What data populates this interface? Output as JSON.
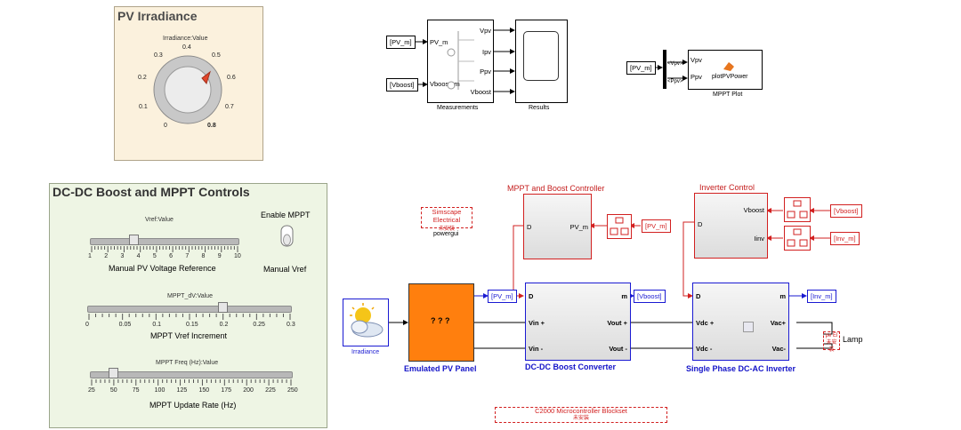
{
  "pv_panel": {
    "title": "PV Irradiance",
    "knob_label": "Irradiance:Value",
    "ticks": [
      "0",
      "0.1",
      "0.2",
      "0.3",
      "0.4",
      "0.5",
      "0.6",
      "0.7",
      "0.8"
    ],
    "knob_value": 0.5
  },
  "controls_panel": {
    "title": "DC-DC Boost and MPPT Controls",
    "vref": {
      "label": "Vref:Value",
      "caption": "Manual PV Voltage Reference",
      "ticks": [
        "1",
        "2",
        "3",
        "4",
        "5",
        "6",
        "7",
        "8",
        "9",
        "10"
      ],
      "value": 4
    },
    "dv": {
      "label": "MPPT_dV:Value",
      "caption": "MPPT Vref Increment",
      "ticks": [
        "0",
        "0.05",
        "0.1",
        "0.15",
        "0.2",
        "0.25",
        "0.3"
      ],
      "value": 0.2
    },
    "freq": {
      "label": "MPPT Freq (Hz):Value",
      "caption": "MPPT Update Rate (Hz)",
      "ticks": [
        "25",
        "50",
        "75",
        "100",
        "125",
        "150",
        "175",
        "200",
        "225",
        "250"
      ],
      "value": 50
    },
    "enable_mppt": "Enable MPPT",
    "manual_vref": "Manual Vref"
  },
  "measurements": {
    "in_tags": [
      "[PV_m]",
      "[Vboost]"
    ],
    "ports_in": [
      "PV_m",
      "Vboost_m"
    ],
    "ports_out": [
      "Vpv",
      "Ipv",
      "Ppv",
      "Vboost"
    ],
    "caption": "Measurements",
    "results_caption": "Results"
  },
  "mppt_plot": {
    "in_tag": "[PV_m]",
    "bus_out": [
      "<Vpv>",
      "<Ppv>"
    ],
    "ports": [
      "Vpv",
      "Ppv"
    ],
    "function": "plotPVPower",
    "caption": "MPPT Plot"
  },
  "powergui": {
    "label": "Simscape Electrical",
    "sub": "未安装",
    "caption": "powergui"
  },
  "mppt_controller": {
    "title": "MPPT and Boost Controller",
    "port_in": "D",
    "port_out": "PV_m",
    "tag": "[PV_m]"
  },
  "inverter_control": {
    "title": "Inverter Control",
    "port_out": "D",
    "ports_in": [
      "Vboost",
      "Iinv"
    ],
    "tags": [
      "[Vboost]",
      "[Inv_m]"
    ]
  },
  "irradiance": {
    "caption": "Irradiance"
  },
  "pv_emulated": {
    "text": "? ? ?",
    "caption": "Emulated PV Panel",
    "tag": "[PV_m]"
  },
  "boost": {
    "caption": "DC-DC Boost Converter",
    "ports_left": [
      "D",
      "Vin +",
      "Vin -"
    ],
    "ports_right": [
      "m",
      "Vout +",
      "Vout -"
    ],
    "tag": "[Vboost]"
  },
  "inverter": {
    "caption": "Single Phase DC-AC Inverter",
    "ports_left": [
      "D",
      "Vdc +",
      "Vdc -"
    ],
    "ports_right": [
      "m",
      "Vac+",
      "Vac-"
    ],
    "tag": "[Inv_m]"
  },
  "lamp": {
    "label": "Lamp",
    "box": "pe El",
    "sub": "未安装"
  },
  "c2000": {
    "label": "C2000 Microcontroller Blockset",
    "sub": "未安装"
  },
  "colors": {
    "blue": "#1a1ad2",
    "red": "#d22020",
    "orange": "#ff7f0e",
    "pv_bg": "#fbf1dd",
    "ctrl_bg": "#eef5e4"
  }
}
